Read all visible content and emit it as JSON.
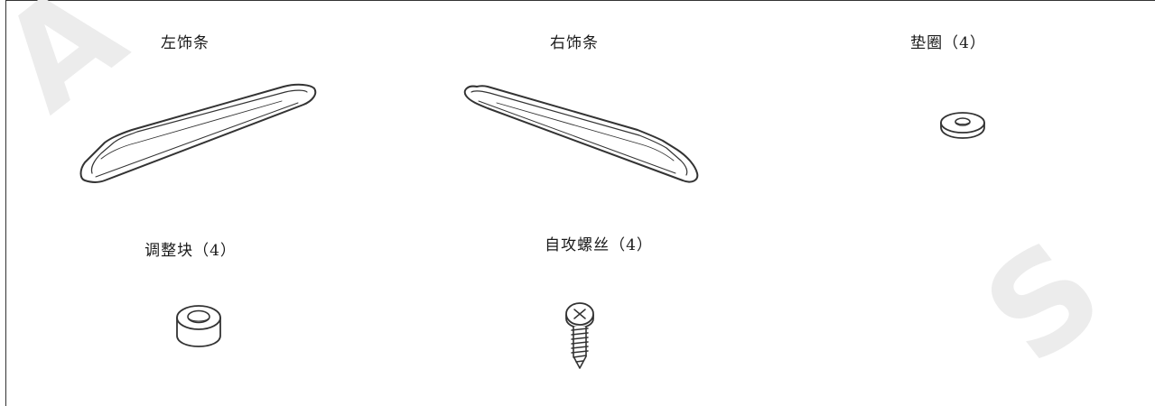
{
  "parts": [
    {
      "label": "左饰条"
    },
    {
      "label": "右饰条"
    },
    {
      "label": "垫圈（4）"
    },
    {
      "label": "调整块（4）"
    },
    {
      "label": "自攻螺丝（4）"
    }
  ],
  "icons": [
    "left-trim-strip-icon",
    "right-trim-strip-icon",
    "washer-icon",
    "adjustment-block-icon",
    "self-tapping-screw-icon"
  ],
  "watermark": {
    "left": "A A",
    "right": "S"
  },
  "colors": {
    "line": "#333333",
    "watermark": "#ececec"
  }
}
